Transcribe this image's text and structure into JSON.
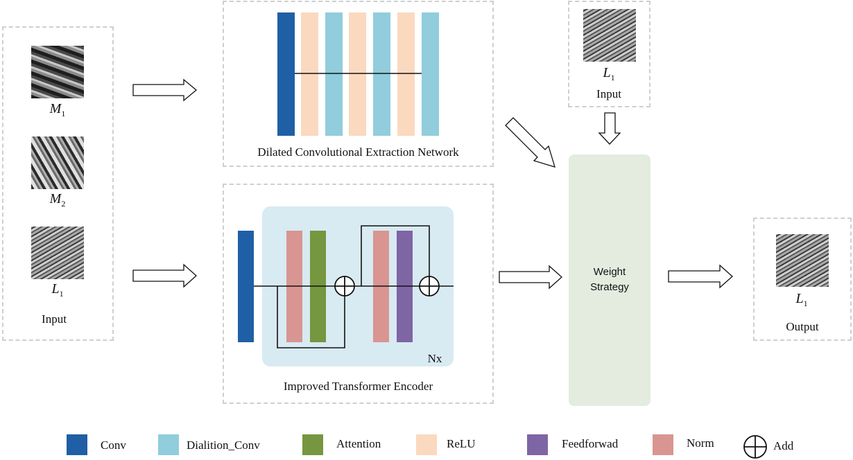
{
  "colors": {
    "conv": "#1f5fa6",
    "dilation_conv": "#91cddc",
    "attention": "#76963f",
    "relu": "#fad9bf",
    "feedforward": "#7e65a4",
    "norm": "#d99592",
    "encoder_bg": "#d8eaf2",
    "weight_bg": "#e3ecdf"
  },
  "input_panel": {
    "m1_label": "M",
    "m1_sub": "1",
    "m2_label": "M",
    "m2_sub": "2",
    "l1_label": "L",
    "l1_sub": "1",
    "caption": "Input"
  },
  "top_input": {
    "l1_label": "L",
    "l1_sub": "1",
    "caption": "Input"
  },
  "dilated_network": {
    "caption": "Dilated Convolutional Extraction Network"
  },
  "transformer": {
    "caption": "Improved Transformer Encoder",
    "repeat_label": "Nx"
  },
  "weight_strategy": {
    "line1": "Weight",
    "line2": "Strategy"
  },
  "output_panel": {
    "l1_label": "L",
    "l1_sub": "1",
    "caption": "Output"
  },
  "legend": {
    "conv": "Conv",
    "dilation_conv": "Dialition_Conv",
    "attention": "Attention",
    "relu": "ReLU",
    "feedforward": "Feedforwad",
    "norm": "Norm",
    "add": "Add"
  }
}
